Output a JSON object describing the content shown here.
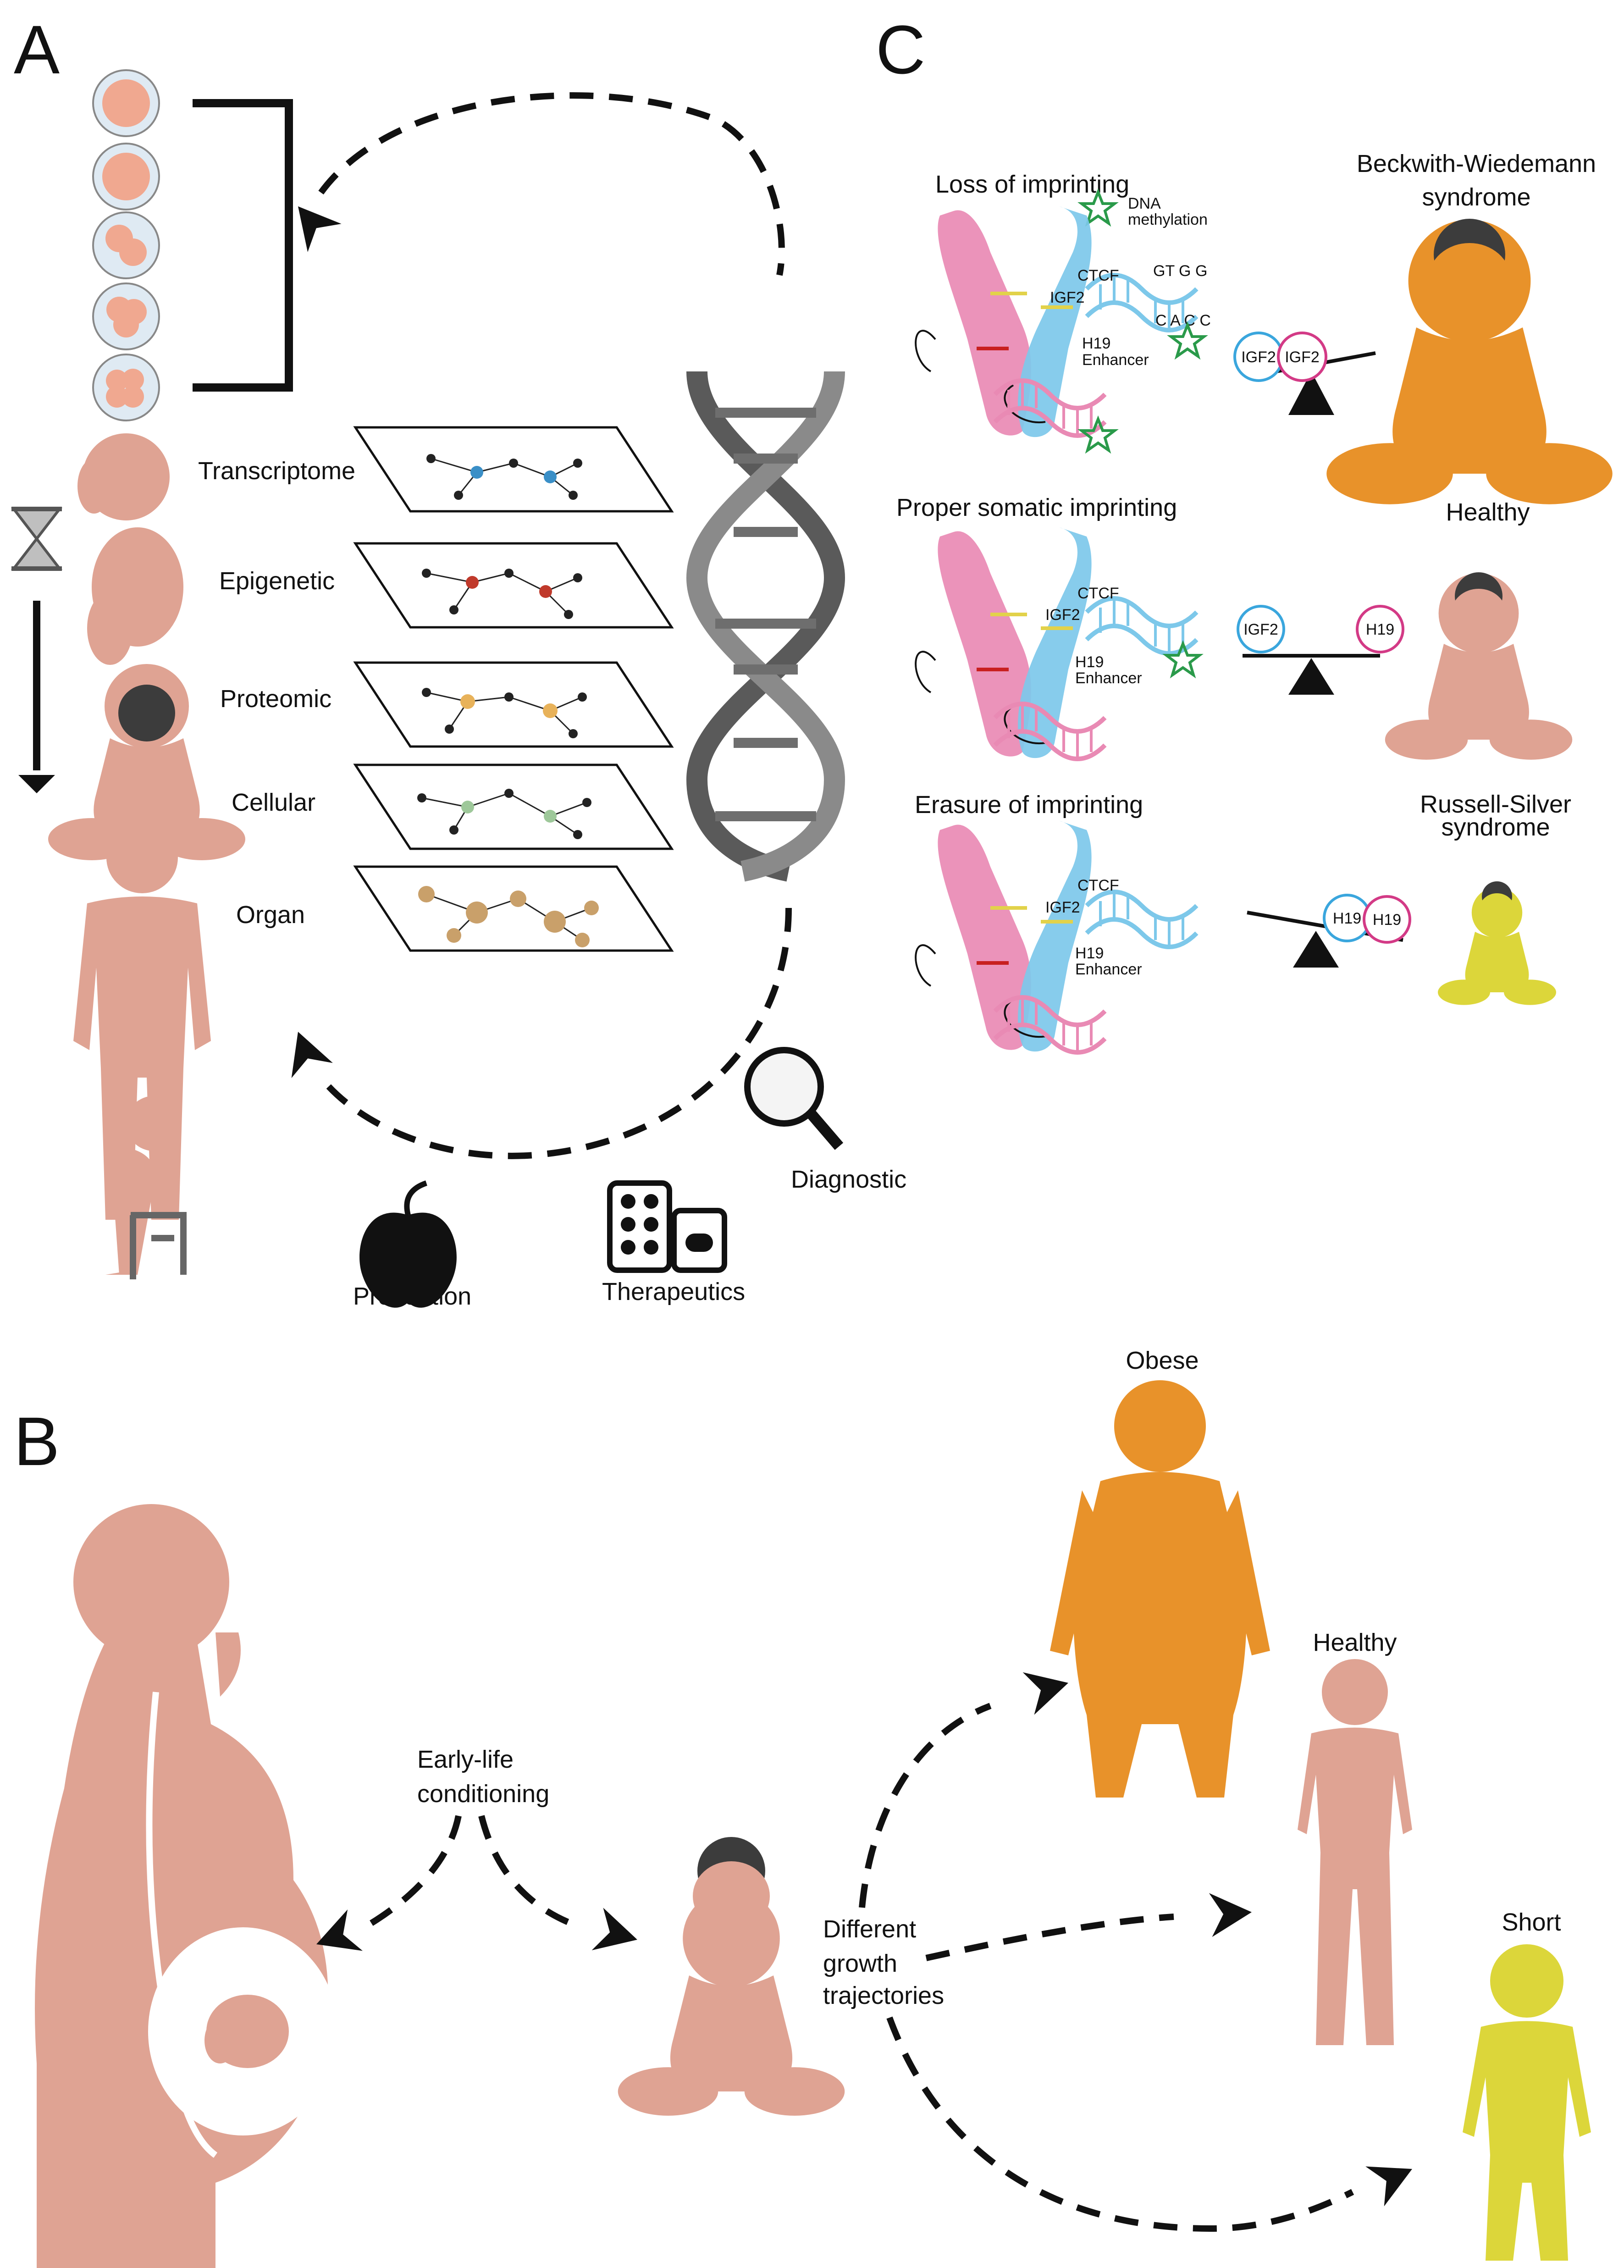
{
  "panels": {
    "a": "A",
    "b": "B",
    "c": "C"
  },
  "panel_a": {
    "layers": [
      "Transcriptome",
      "Epigenetic",
      "Proteomic",
      "Cellular",
      "Organ"
    ],
    "actions": {
      "diagnostic": "Diagnostic",
      "prevention": "Prevention",
      "therapeutics": "Therapeutics"
    }
  },
  "panel_b": {
    "conditioning": [
      "Early-life",
      "conditioning"
    ],
    "trajectories": [
      "Different",
      "growth",
      "trajectories"
    ],
    "outcomes": {
      "obese": "Obese",
      "healthy": "Healthy",
      "short": "Short"
    }
  },
  "panel_c": {
    "rows": [
      {
        "title": "Loss of imprinting",
        "outcome": [
          "Beckwith-Wiedemann",
          "syndrome"
        ],
        "left_gene": "IGF2",
        "right_gene": "IGF2",
        "outcome_color": "#e8922a"
      },
      {
        "title": "Proper somatic imprinting",
        "outcome": [
          "Healthy"
        ],
        "left_gene": "IGF2",
        "right_gene": "H19",
        "outcome_color": "#dfa393"
      },
      {
        "title": "Erasure of imprinting",
        "outcome": [
          "Russell-Silver",
          "syndrome"
        ],
        "left_gene": "H19",
        "right_gene": "H19",
        "outcome_color": "#dcd63a"
      }
    ],
    "labels": {
      "methylation": [
        "DNA",
        "methylation"
      ],
      "ctcf": "CTCF",
      "igf2": "IGF2",
      "h19": "H19",
      "enhancer": "Enhancer",
      "seq_top": "GT  G G",
      "seq_bottom": "C A C C"
    }
  },
  "colors": {
    "obese": "#e8922a",
    "healthy": "#dfa393",
    "short": "#dcd63a",
    "chrom_pink": "#e98ab4",
    "chrom_blue": "#7dc8ea",
    "igf2_ring": "#3aa6dd",
    "h19_ring": "#d33a86",
    "star": "#2a9a4a"
  }
}
